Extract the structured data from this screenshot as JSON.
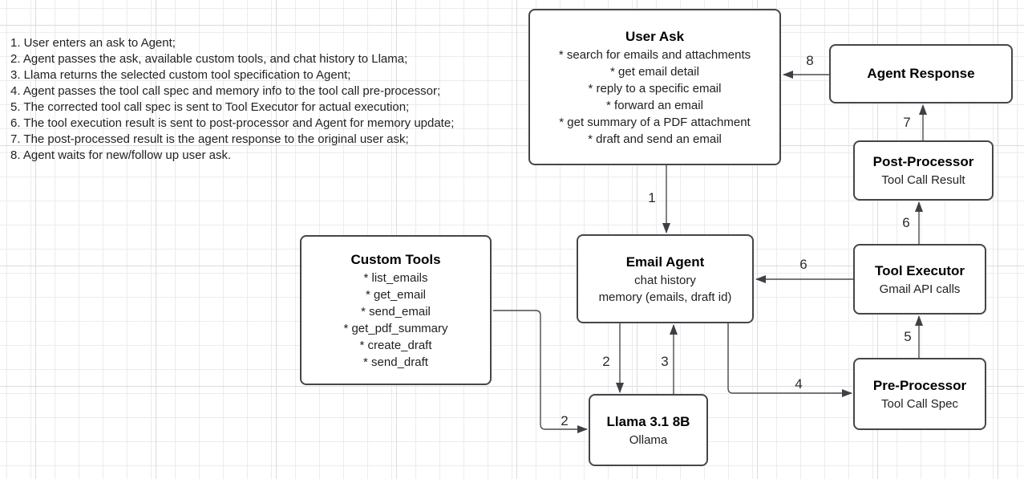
{
  "diagram": {
    "legend": {
      "steps": [
        "1. User enters an ask to Agent;",
        "2. Agent passes the ask, available custom tools, and chat history to Llama;",
        "3. Llama returns the selected custom tool specification to Agent;",
        "4. Agent passes the tool call spec and memory info to the tool call pre-processor;",
        "5. The corrected tool call spec is sent to Tool Executor for actual execution;",
        "6. The tool execution result is sent to post-processor and Agent for memory update;",
        "7. The post-processed result is the agent response to the original user ask;",
        "8. Agent waits for new/follow up user ask."
      ]
    },
    "nodes": {
      "user_ask": {
        "title": "User Ask",
        "items": [
          "* search for emails and attachments",
          "* get email detail",
          "* reply to a specific email",
          "* forward an email",
          "* get summary of a PDF attachment",
          "* draft and send an email"
        ]
      },
      "agent_response": {
        "title": "Agent Response"
      },
      "post_processor": {
        "title": "Post-Processor",
        "subtitle": "Tool Call Result"
      },
      "tool_executor": {
        "title": "Tool Executor",
        "subtitle": "Gmail API calls"
      },
      "pre_processor": {
        "title": "Pre-Processor",
        "subtitle": "Tool Call Spec"
      },
      "custom_tools": {
        "title": "Custom Tools",
        "items": [
          "* list_emails",
          "* get_email",
          "* send_email",
          "* get_pdf_summary",
          "* create_draft",
          "* send_draft"
        ]
      },
      "email_agent": {
        "title": "Email Agent",
        "lines": [
          "chat history",
          "memory (emails, draft id)"
        ]
      },
      "llama": {
        "title": "Llama 3.1 8B",
        "subtitle": "Ollama"
      }
    },
    "edges": [
      {
        "label": "1",
        "from": "User Ask",
        "to": "Email Agent"
      },
      {
        "label": "2",
        "from": "Email Agent",
        "to": "Llama 3.1 8B"
      },
      {
        "label": "2",
        "from": "Custom Tools",
        "to": "Llama 3.1 8B"
      },
      {
        "label": "3",
        "from": "Llama 3.1 8B",
        "to": "Email Agent"
      },
      {
        "label": "4",
        "from": "Email Agent",
        "to": "Pre-Processor"
      },
      {
        "label": "5",
        "from": "Pre-Processor",
        "to": "Tool Executor"
      },
      {
        "label": "6",
        "from": "Tool Executor",
        "to": "Post-Processor"
      },
      {
        "label": "6",
        "from": "Tool Executor",
        "to": "Email Agent"
      },
      {
        "label": "7",
        "from": "Post-Processor",
        "to": "Agent Response"
      },
      {
        "label": "8",
        "from": "Agent Response",
        "to": "User Ask"
      }
    ],
    "colors": {
      "node_border": "#45464b",
      "edge": "#4a4b50",
      "text": "#1f1f1f",
      "grid_minor": "#ececec",
      "grid_major": "#dcdcdc",
      "background": "#ffffff"
    }
  }
}
